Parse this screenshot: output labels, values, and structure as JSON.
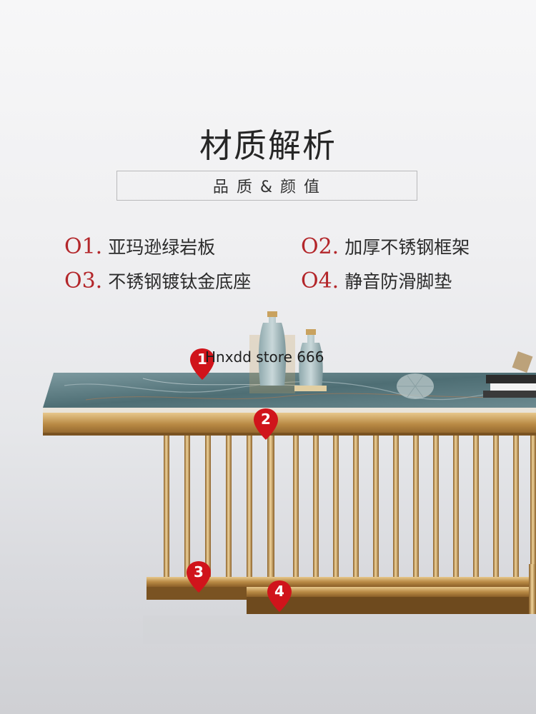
{
  "header": {
    "title": "材质解析",
    "subtitle": "品 质 & 颜 值"
  },
  "features": [
    {
      "num": "O1.",
      "label": "亚玛逊绿岩板"
    },
    {
      "num": "O2.",
      "label": "加厚不锈钢框架"
    },
    {
      "num": "O3.",
      "label": "不锈钢镀钛金底座"
    },
    {
      "num": "O4.",
      "label": "静音防滑脚垫"
    }
  ],
  "markers": [
    "1",
    "2",
    "3",
    "4"
  ],
  "watermark": "Hnxdd store 666",
  "colors": {
    "accent_red": "#d0141b",
    "number_red": "#b3262a",
    "gold": "#c9a25f",
    "marble": "#5a7c82"
  }
}
